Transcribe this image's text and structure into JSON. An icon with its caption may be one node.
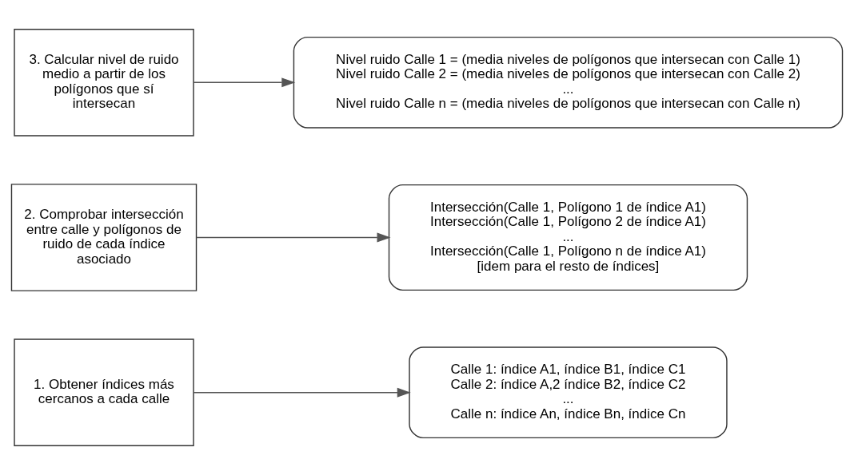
{
  "diagram": {
    "nodes": [
      {
        "text": [
          "1. Obtener índices más cercanos a cada calle"
        ]
      },
      {
        "text": [
          "Calle 1: índice A1, índice B1, índice C1",
          "Calle 2: índice A,2 índice B2, índice C2",
          "...",
          "Calle n: índice An, índice Bn, índice Cn"
        ]
      },
      {
        "text": [
          "2. Comprobar intersección entre calle y polígonos de ruido de cada índice asociado"
        ]
      },
      {
        "text": [
          "Intersección(Calle 1, Polígono 1 de índice A1)",
          "Intersección(Calle 1, Polígono 2 de índice A1)",
          "...",
          "Intersección(Calle 1, Polígono n de índice A1)",
          "[idem para el resto de índices]"
        ]
      },
      {
        "text": [
          "3. Calcular nivel de ruido medio a partir de los polígonos que sí intersecan"
        ]
      },
      {
        "text": [
          "Nivel ruido Calle 1 = (media niveles de polígonos que intersecan con Calle 1)",
          "Nivel ruido Calle 2 = (media niveles de polígonos que intersecan con Calle 2)",
          "...",
          "Nivel ruido Calle n = (media niveles de polígonos que intersecan con Calle n)"
        ]
      }
    ],
    "edges": [
      {
        "from": 0,
        "to": 1,
        "arrow": "to"
      },
      {
        "from": 2,
        "to": 3,
        "arrow": "to"
      },
      {
        "from": 4,
        "to": 5,
        "arrow": "to"
      }
    ]
  }
}
